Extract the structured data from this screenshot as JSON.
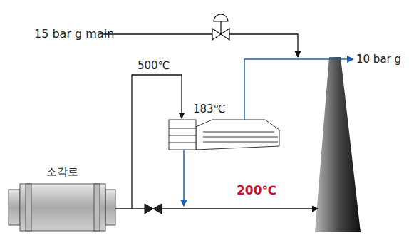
{
  "diagram": {
    "nodes": [
      {
        "text": [
          "소각로"
        ]
      }
    ],
    "labels": [
      "15 bar g main",
      "500℃",
      "183℃",
      "10 bar g",
      "200℃"
    ]
  }
}
